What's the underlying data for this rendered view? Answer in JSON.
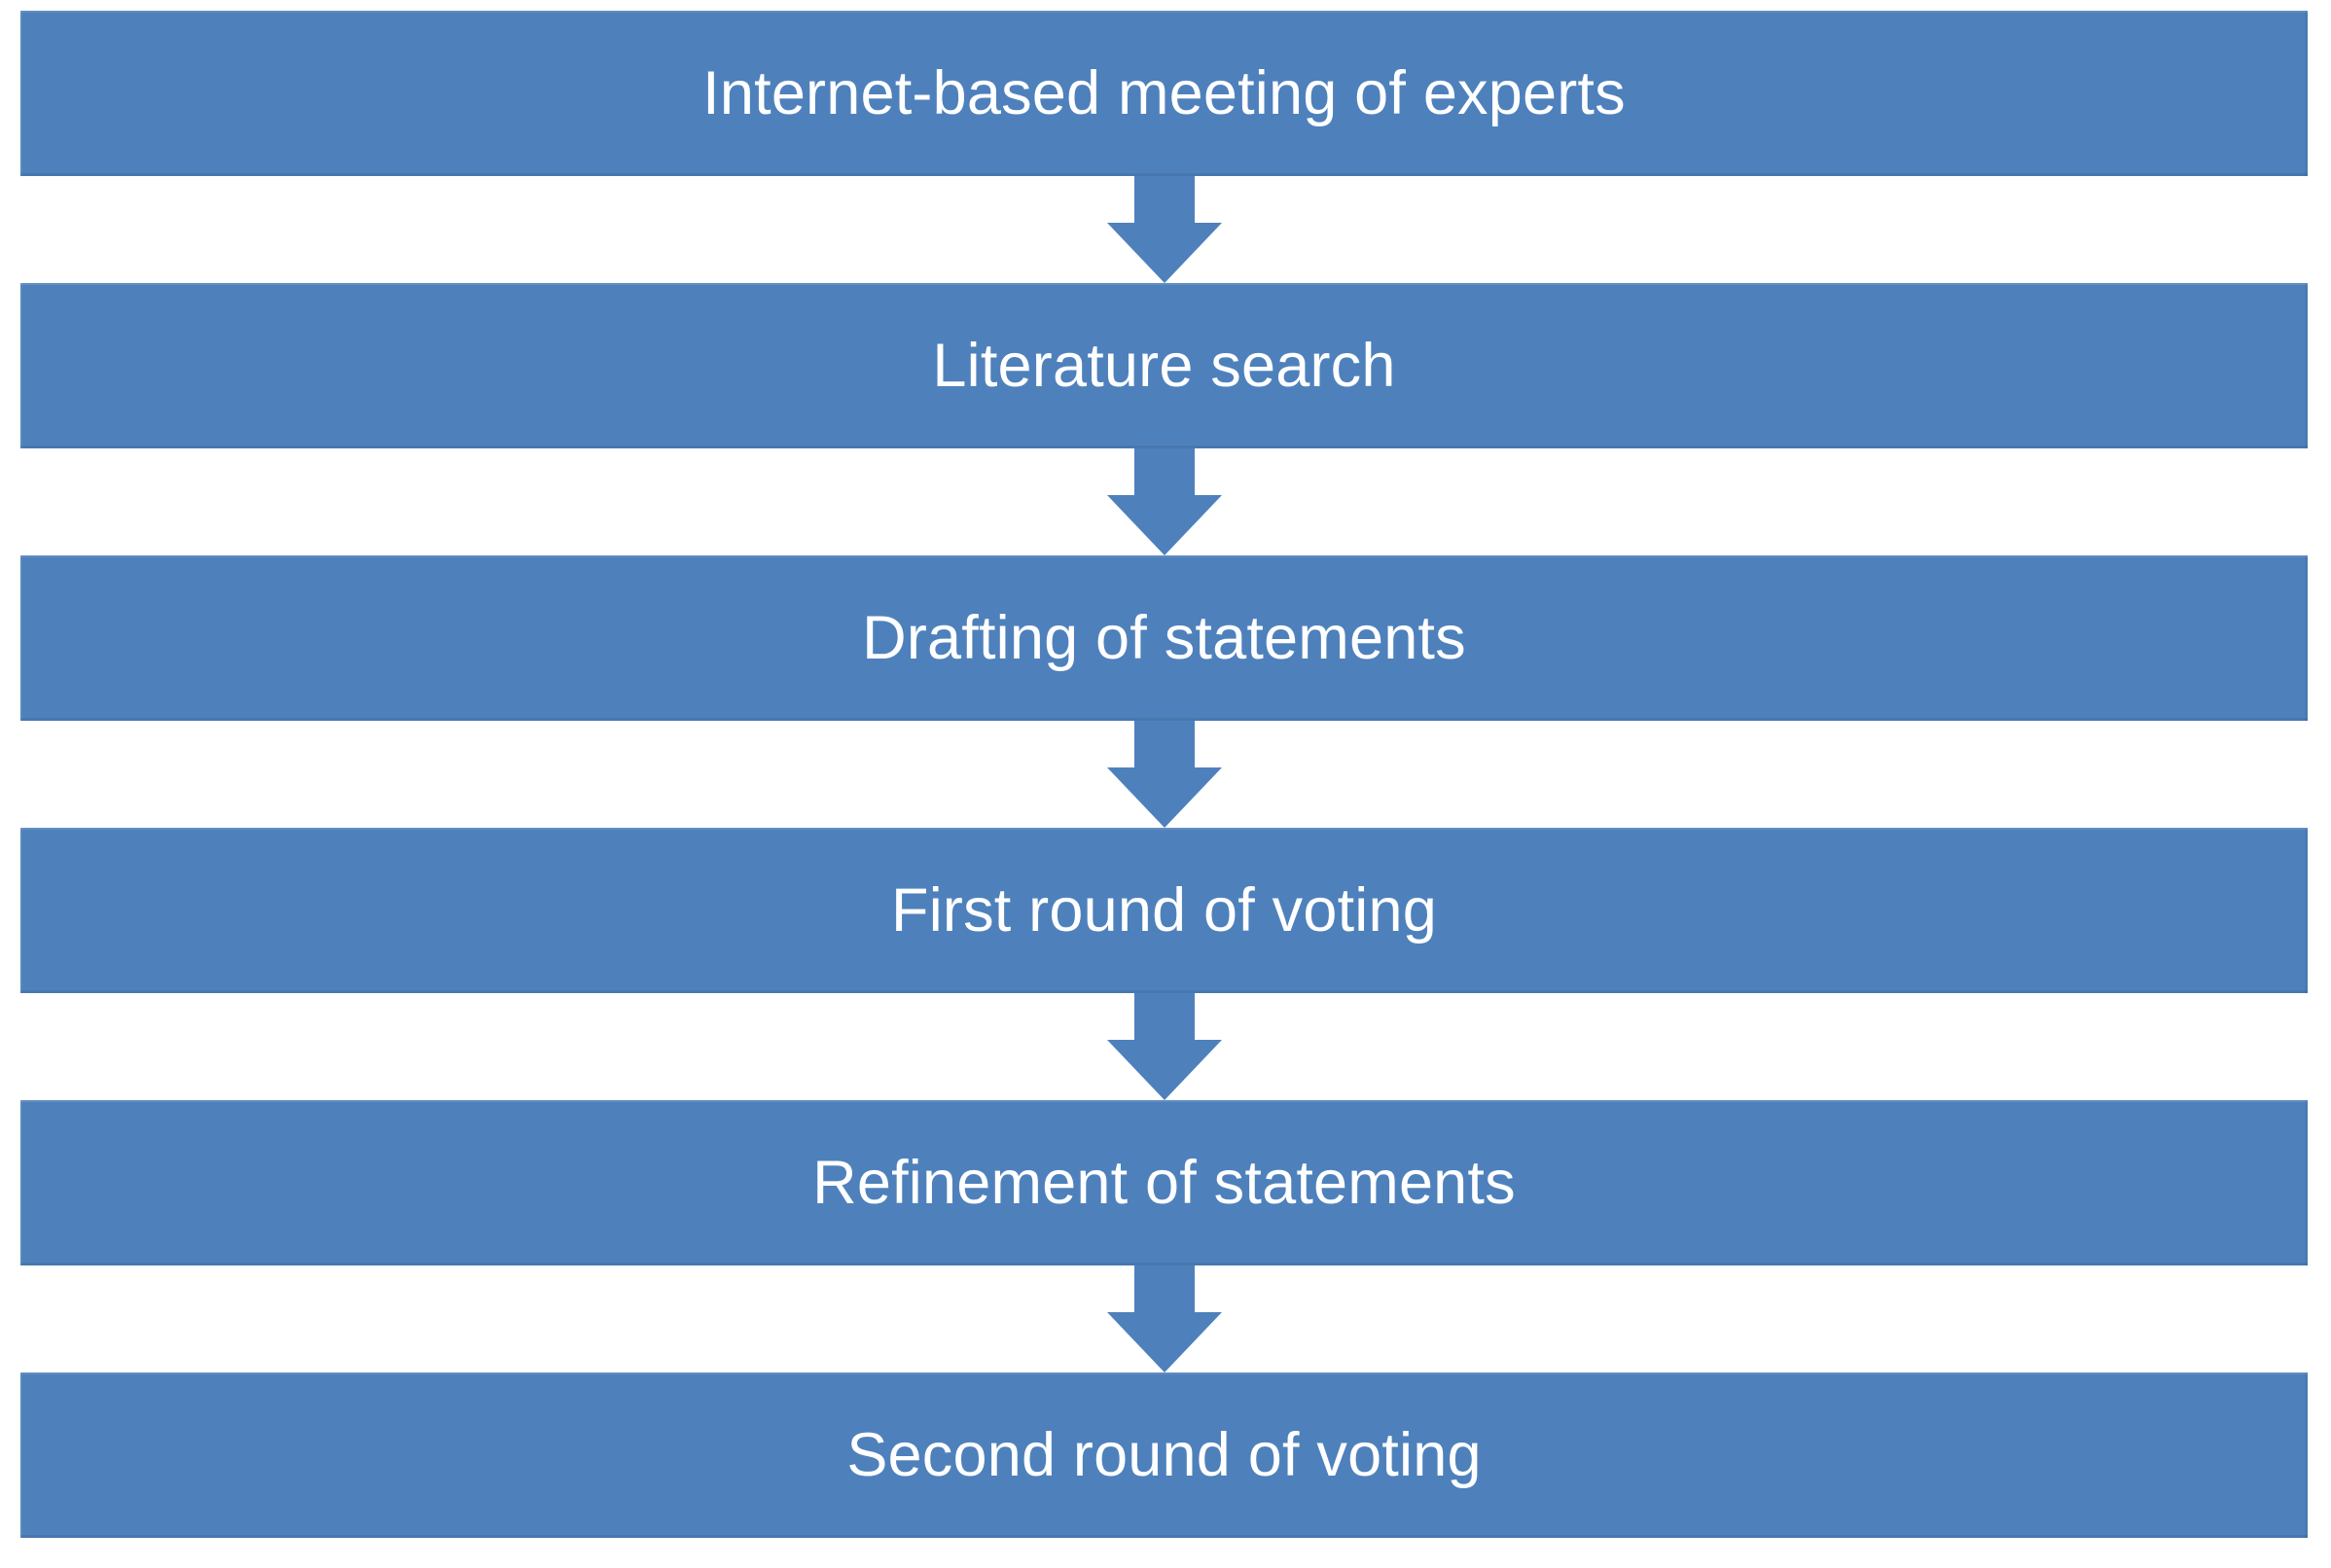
{
  "diagram": {
    "title": "Delphi consensus process flowchart",
    "orientation": "vertical-top-to-bottom",
    "background_color": "#FFFFFF",
    "box_color": "#4E81BC",
    "text_color": "#FFFFFF",
    "connector_color": "#4E81BC",
    "connector_icon": "arrow-down-icon",
    "steps": [
      {
        "id": "step-1",
        "label": "Internet-based meeting of experts"
      },
      {
        "id": "step-2",
        "label": "Literature search"
      },
      {
        "id": "step-3",
        "label": "Drafting of statements"
      },
      {
        "id": "step-4",
        "label": "First round of voting"
      },
      {
        "id": "step-5",
        "label": "Refinement of statements"
      },
      {
        "id": "step-6",
        "label": "Second round of voting"
      }
    ],
    "connectors": [
      {
        "id": "connector-1",
        "from": "step-1",
        "to": "step-2",
        "label": ""
      },
      {
        "id": "connector-2",
        "from": "step-2",
        "to": "step-3",
        "label": ""
      },
      {
        "id": "connector-3",
        "from": "step-3",
        "to": "step-4",
        "label": ""
      },
      {
        "id": "connector-4",
        "from": "step-4",
        "to": "step-5",
        "label": ""
      },
      {
        "id": "connector-5",
        "from": "step-5",
        "to": "step-6",
        "label": ""
      }
    ]
  }
}
